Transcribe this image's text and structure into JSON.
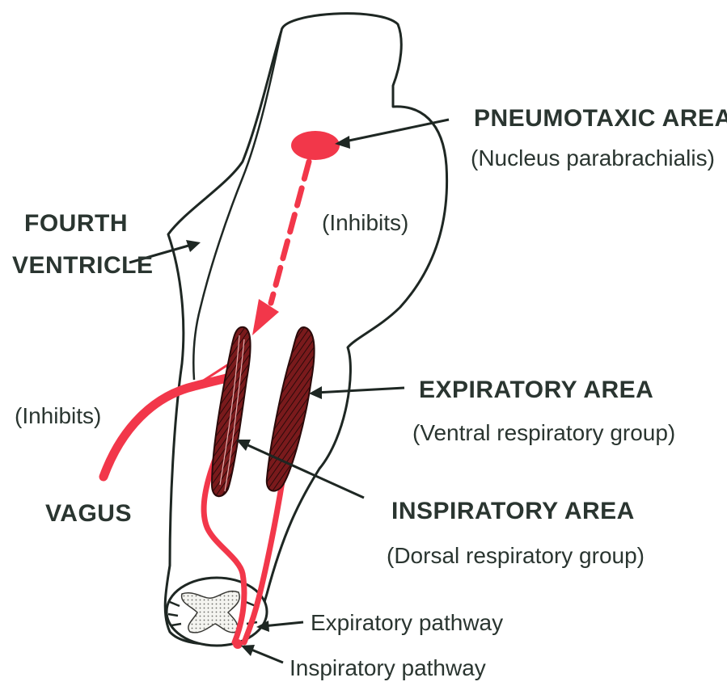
{
  "colors": {
    "accent_red": "#f2374a",
    "nucleus_fill": "#7a1a1c",
    "outline": "#1e2723",
    "text": "#2a3530"
  },
  "labels": {
    "pneumotaxic_title": "PNEUMOTAXIC AREA",
    "pneumotaxic_sub": "(Nucleus parabrachialis)",
    "inhibits_upper": "(Inhibits)",
    "fourth_ventricle_line1": "FOURTH",
    "fourth_ventricle_line2": "VENTRICLE",
    "expiratory_title": "EXPIRATORY AREA",
    "expiratory_sub": "(Ventral respiratory group)",
    "inhibits_lower": "(Inhibits)",
    "vagus": "VAGUS",
    "inspiratory_title": "INSPIRATORY AREA",
    "inspiratory_sub": "(Dorsal respiratory group)",
    "expiratory_pathway": "Expiratory pathway",
    "inspiratory_pathway": "Inspiratory pathway"
  }
}
